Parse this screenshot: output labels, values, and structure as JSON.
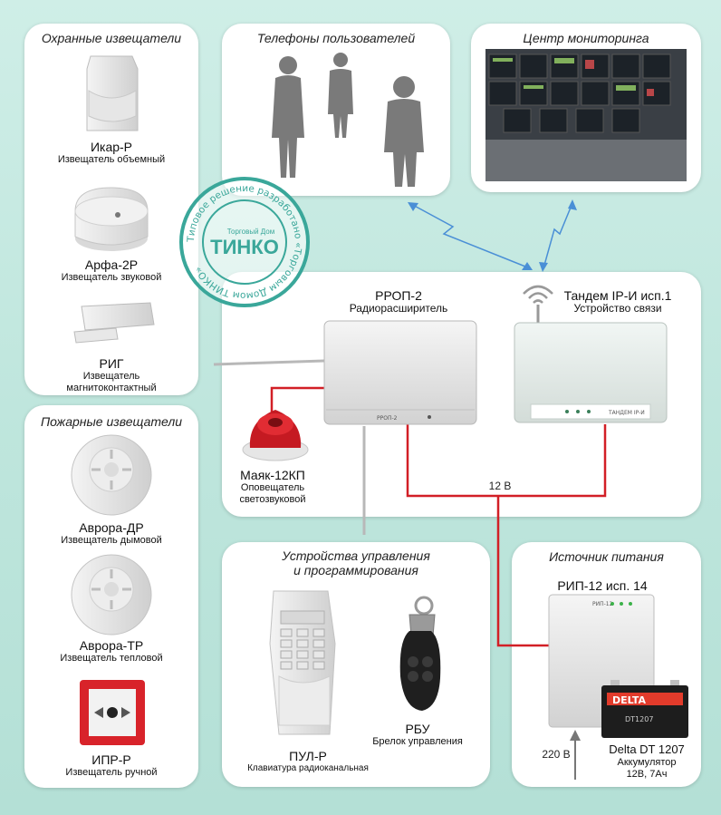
{
  "colors": {
    "background": "#c4e8df",
    "panel": "#ffffff",
    "wire_red": "#d21f26",
    "arrow_blue": "#4a8fd6"
  },
  "security": {
    "title": "Охранные извещатели",
    "items": [
      {
        "name": "Икар-Р",
        "desc": "Извещатель объемный",
        "icon": "motion-detector-icon"
      },
      {
        "name": "Арфа-2Р",
        "desc": "Извещатель звуковой",
        "icon": "glass-break-detector-icon"
      },
      {
        "name": "РИГ",
        "desc1": "Извещатель",
        "desc2": "магнитоконтактный",
        "icon": "magnetic-contact-icon"
      }
    ]
  },
  "fire": {
    "title": "Пожарные извещатели",
    "items": [
      {
        "name": "Аврора-ДР",
        "desc": "Извещатель дымовой",
        "icon": "smoke-detector-icon"
      },
      {
        "name": "Аврора-ТР",
        "desc": "Извещатель тепловой",
        "icon": "heat-detector-icon"
      },
      {
        "name": "ИПР-Р",
        "desc": "Извещатель ручной",
        "icon": "manual-call-point-icon"
      }
    ]
  },
  "phones": {
    "title": "Телефоны пользователей",
    "icon": "people-phone-icon"
  },
  "monitoring": {
    "title": "Центр мониторинга",
    "icon": "monitoring-center-icon"
  },
  "stamp": {
    "ring_text": "Типовое решение разработано «Торговым Домом ТИНКО»",
    "small": "Торговый Дом",
    "brand": "ТИНКО"
  },
  "core": {
    "rrop": {
      "name": "РРОП-2",
      "desc": "Радиорасширитель",
      "device_label": "РРОП-2"
    },
    "tandem": {
      "name": "Тандем IP-И исп.1",
      "desc": "Устройство связи",
      "device_label": "ТАНДЕМ IP-И"
    },
    "mayak": {
      "name": "Маяк-12КП",
      "desc1": "Оповещатель",
      "desc2": "светозвуковой"
    },
    "voltage_label": "12 В"
  },
  "control": {
    "title1": "Устройства управления",
    "title2": "и программирования",
    "pul": {
      "name": "ПУЛ-Р",
      "desc": "Клавиатура радиоканальная"
    },
    "rbu": {
      "name": "РБУ",
      "desc": "Брелок управления"
    }
  },
  "power": {
    "title": "Источник питания",
    "rip": {
      "name": "РИП-12 исп. 14",
      "device_label": "РИП-12"
    },
    "battery": {
      "name": "Delta DT 1207",
      "desc1": "Аккумулятор",
      "desc2": "12В, 7Ач",
      "brand": "DELTA",
      "model": "DT1207"
    },
    "mains": "220 В"
  }
}
